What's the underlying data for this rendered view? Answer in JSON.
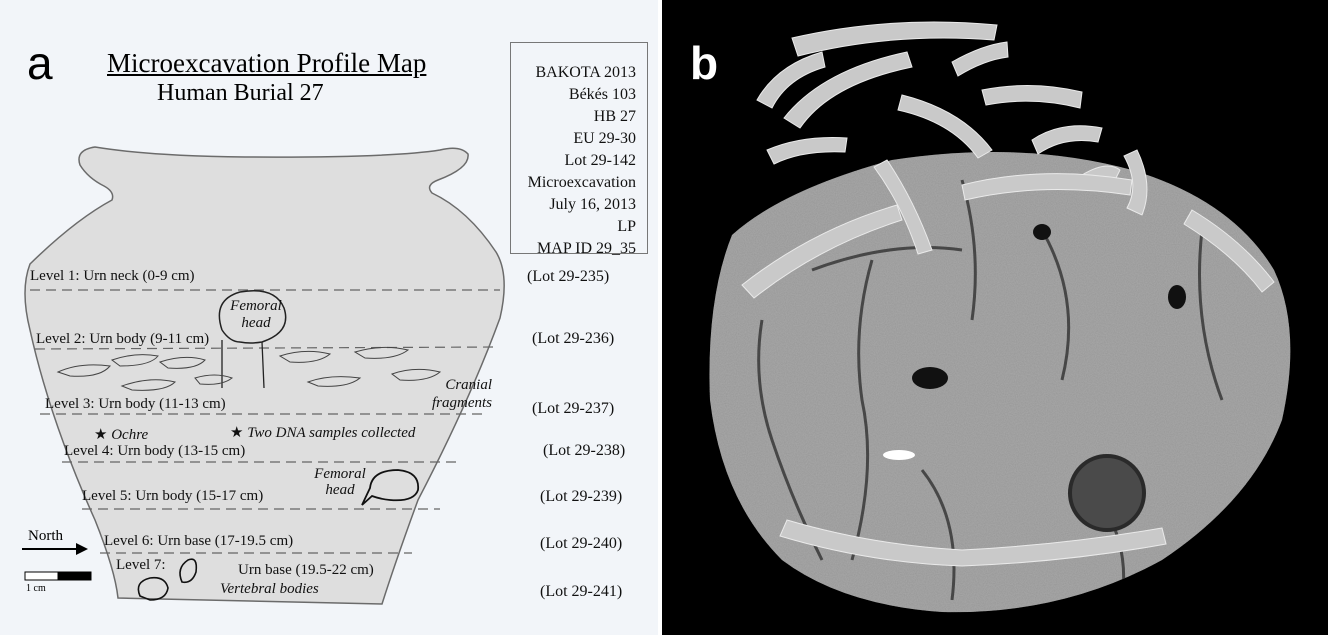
{
  "panel_a": {
    "letter": "a",
    "title": "Microexcavation Profile Map",
    "subtitle": "Human Burial 27",
    "metadata": [
      "BAKOTA 2013",
      "Békés 103",
      "HB 27",
      "EU 29-30",
      "Lot 29-142",
      "Microexcavation",
      "July 16, 2013",
      "LP",
      "MAP ID 29_35"
    ],
    "levels": [
      {
        "label": "Level 1: Urn neck (0-9 cm)",
        "lot": "(Lot 29-235)"
      },
      {
        "label": "Level 2: Urn body (9-11 cm)",
        "lot": "(Lot 29-236)"
      },
      {
        "label": "Level 3: Urn body (11-13 cm)",
        "lot": "(Lot 29-237)"
      },
      {
        "label": "Level 4: Urn body (13-15 cm)",
        "lot": "(Lot 29-238)"
      },
      {
        "label": "Level 5: Urn body (15-17 cm)",
        "lot": "(Lot 29-239)"
      },
      {
        "label": "Level 6: Urn base (17-19.5 cm)",
        "lot": "(Lot 29-240)"
      },
      {
        "label": "Level 7:",
        "label_extra": "Urn base (19.5-22 cm)",
        "lot": "(Lot 29-241)"
      }
    ],
    "annotations": {
      "femoral_head_1": "Femoral head",
      "cranial": "Cranial fragments",
      "ochre": "Ochre",
      "dna": "Two DNA samples collected",
      "femoral_head_2": "Femoral head",
      "vertebral": "Vertebral bodies"
    },
    "north_label": "North",
    "scale_label": "1 cm",
    "star_glyph": "★"
  },
  "panel_b": {
    "letter": "b"
  }
}
